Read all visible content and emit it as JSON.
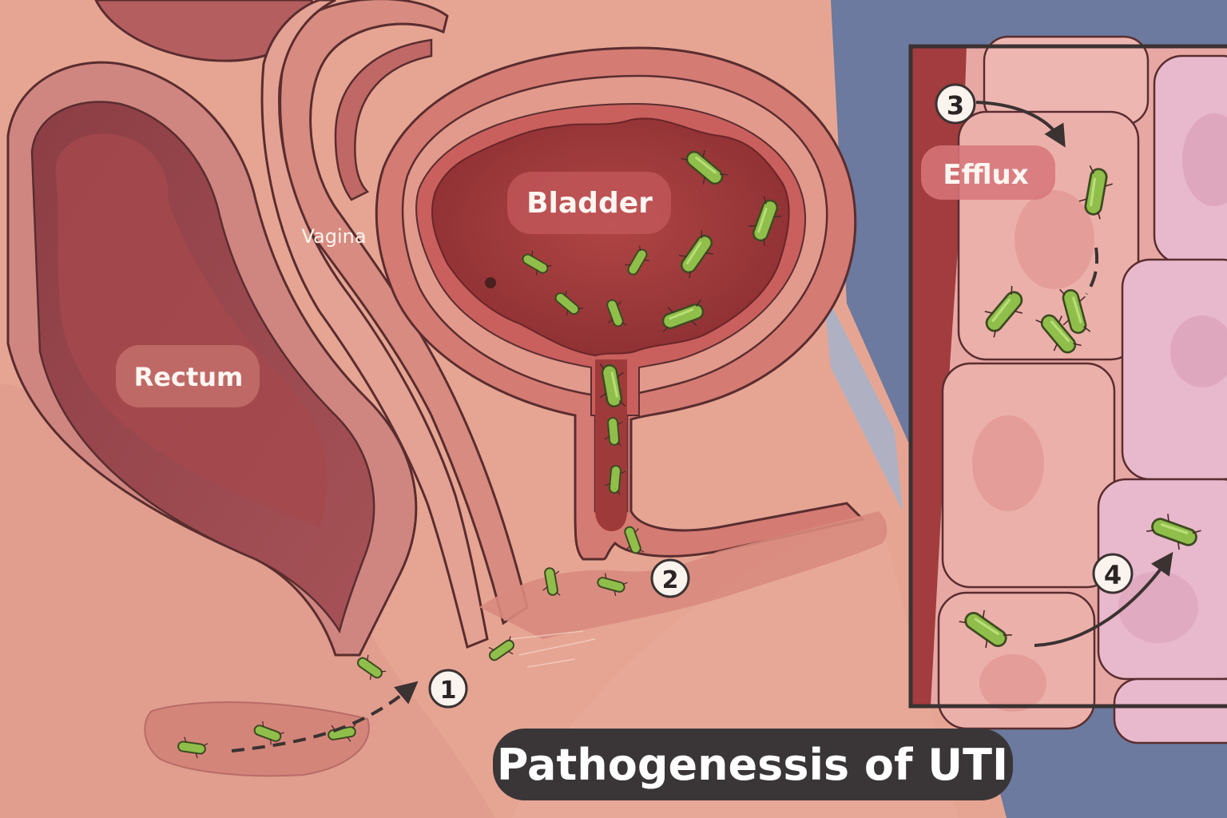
{
  "labels": {
    "rectum": "Rectum",
    "vagina": "Vagina",
    "bladder": "Bladder",
    "efflux": "Efflux"
  },
  "steps": [
    "1",
    "2",
    "3",
    "4"
  ],
  "title": "Pathogenessis of UTI",
  "colors": {
    "backdrop": "#6b7a9e",
    "tissue": "#e7a796",
    "tissue_dark": "#b5645e",
    "lumen": "#9e3b3a",
    "bacteria": "#8fbf4a",
    "outline": "#4a2a2a",
    "title_bg": "#3a3638"
  },
  "icons": [
    "bacterium-icon",
    "arrow-icon"
  ]
}
